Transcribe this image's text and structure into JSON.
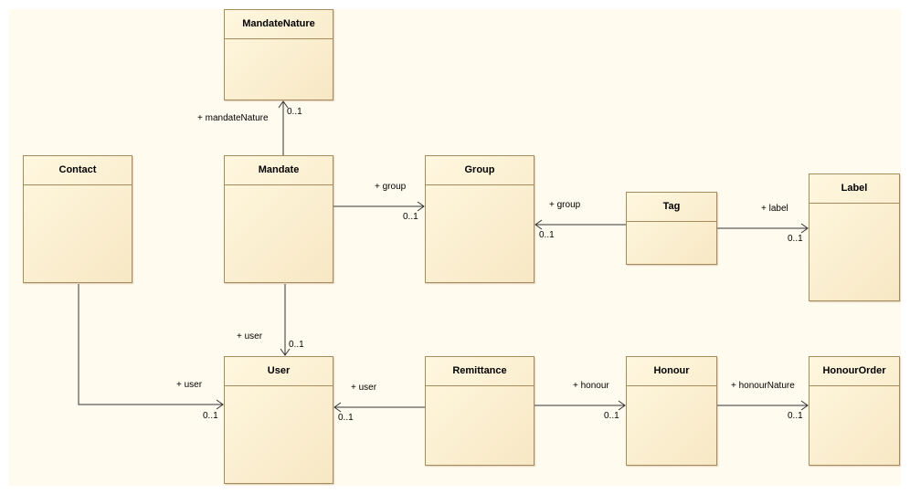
{
  "classes": {
    "mandate_nature": "MandateNature",
    "contact": "Contact",
    "mandate": "Mandate",
    "group": "Group",
    "tag": "Tag",
    "label": "Label",
    "user": "User",
    "remittance": "Remittance",
    "honour": "Honour",
    "honour_order": "HonourOrder"
  },
  "associations": {
    "mandate_nature": {
      "role": "+ mandateNature",
      "mult": "0..1"
    },
    "mandate_group": {
      "role": "+ group",
      "mult": "0..1"
    },
    "tag_group": {
      "role": "+ group",
      "mult": "0..1"
    },
    "tag_label": {
      "role": "+ label",
      "mult": "0..1"
    },
    "mandate_user": {
      "role": "+ user",
      "mult": "0..1"
    },
    "contact_user": {
      "role": "+ user",
      "mult": "0..1"
    },
    "remittance_user": {
      "role": "+ user",
      "mult": "0..1"
    },
    "remittance_honour": {
      "role": "+ honour",
      "mult": "0..1"
    },
    "honour_order": {
      "role": "+ honourNature",
      "mult": "0..1"
    }
  }
}
